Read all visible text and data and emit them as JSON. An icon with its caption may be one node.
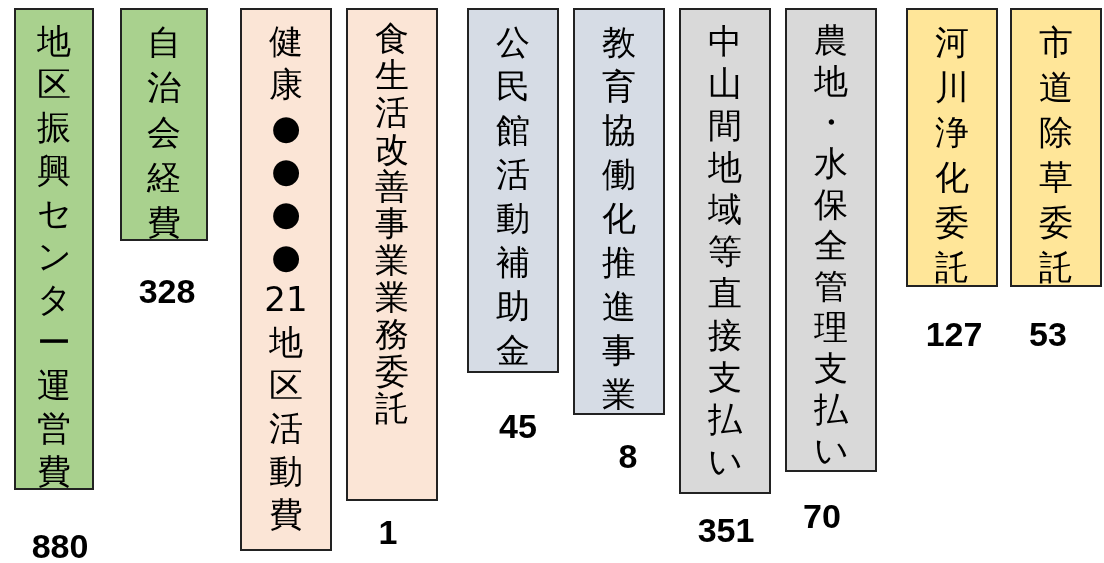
{
  "diagram": {
    "nodes": [
      {
        "text": [
          "地区振興センター運営費"
        ],
        "beside": [
          "880"
        ]
      },
      {
        "text": [
          "自治会経費"
        ],
        "beside": [
          "328"
        ]
      },
      {
        "text": [
          "健康●●●●21地区活動費"
        ]
      },
      {
        "text": [
          "食生活改善事業業務委託"
        ],
        "beside": [
          "1"
        ]
      },
      {
        "text": [
          "公民館活動補助金"
        ],
        "beside": [
          "45"
        ]
      },
      {
        "text": [
          "教育協働化推進事業"
        ],
        "beside": [
          "8"
        ]
      },
      {
        "text": [
          "中山間地域等直接支払い"
        ],
        "beside": [
          "351"
        ]
      },
      {
        "text": [
          "農地・水保全管理支払い"
        ],
        "beside": [
          "70"
        ]
      },
      {
        "text": [
          "河川浄化委託"
        ],
        "beside": [
          "127"
        ]
      },
      {
        "text": [
          "市道除草委託"
        ],
        "beside": [
          "53"
        ]
      }
    ]
  }
}
